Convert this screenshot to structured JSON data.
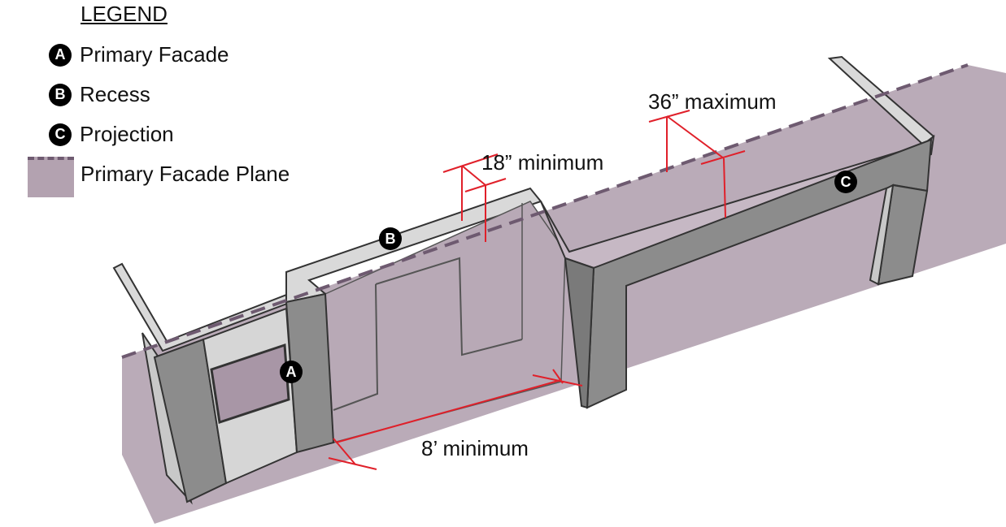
{
  "legend": {
    "title": "LEGEND",
    "items": [
      {
        "marker": "A",
        "label": "Primary Facade"
      },
      {
        "marker": "B",
        "label": "Recess"
      },
      {
        "marker": "C",
        "label": "Projection"
      }
    ],
    "plane_label": "Primary Facade Plane"
  },
  "markers": {
    "a": "A",
    "b": "B",
    "c": "C"
  },
  "dimensions": {
    "recess_depth": "18” minimum",
    "projection_depth": "36” maximum",
    "recess_width": "8’ minimum"
  },
  "colors": {
    "plane": "#b3a2b0",
    "plane_edge": "#6e5a70",
    "wall_dark": "#8c8c8c",
    "wall_light": "#d6d6d6",
    "dimension": "#e0202a"
  }
}
